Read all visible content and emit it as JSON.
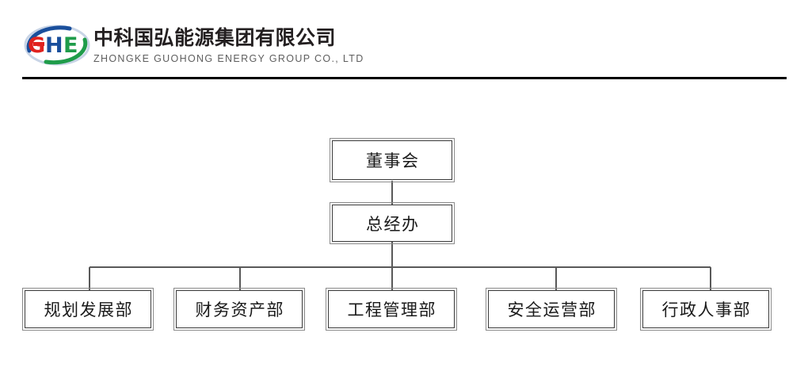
{
  "header": {
    "logo": {
      "name": "ghe-logo",
      "letters": [
        {
          "char": "G",
          "color": "#e0231f"
        },
        {
          "char": "H",
          "color": "#1a4f9c"
        },
        {
          "char": "E",
          "color": "#1f9c4a"
        }
      ],
      "arc_colors": {
        "blue": "#1a4f9c",
        "red": "#e0231f",
        "green": "#1f9c4a",
        "light": "#c8d4e6"
      }
    },
    "company_name_cn": "中科国弘能源集团有限公司",
    "company_name_en": "ZHONGKE GUOHONG ENERGY GROUP CO., LTD",
    "rule_color": "#000000"
  },
  "org_chart": {
    "type": "diagram",
    "orientation": "top-down",
    "levels": [
      {
        "level": 1,
        "nodes": [
          {
            "id": "board",
            "label": "董事会"
          }
        ]
      },
      {
        "level": 2,
        "nodes": [
          {
            "id": "gm-office",
            "label": "总经办"
          }
        ]
      },
      {
        "level": 3,
        "nodes": [
          {
            "id": "dept-planning",
            "label": "规划发展部"
          },
          {
            "id": "dept-finance",
            "label": "财务资产部"
          },
          {
            "id": "dept-engineering",
            "label": "工程管理部"
          },
          {
            "id": "dept-safety",
            "label": "安全运营部"
          },
          {
            "id": "dept-admin-hr",
            "label": "行政人事部"
          }
        ]
      }
    ],
    "edges": [
      {
        "from": "board",
        "to": "gm-office"
      },
      {
        "from": "gm-office",
        "to": "dept-planning"
      },
      {
        "from": "gm-office",
        "to": "dept-finance"
      },
      {
        "from": "gm-office",
        "to": "dept-engineering"
      },
      {
        "from": "gm-office",
        "to": "dept-safety"
      },
      {
        "from": "gm-office",
        "to": "dept-admin-hr"
      }
    ],
    "connector_color": "#595959",
    "box_border_inner": "#3a3a3a",
    "box_border_outer": "#8a8a8a"
  }
}
